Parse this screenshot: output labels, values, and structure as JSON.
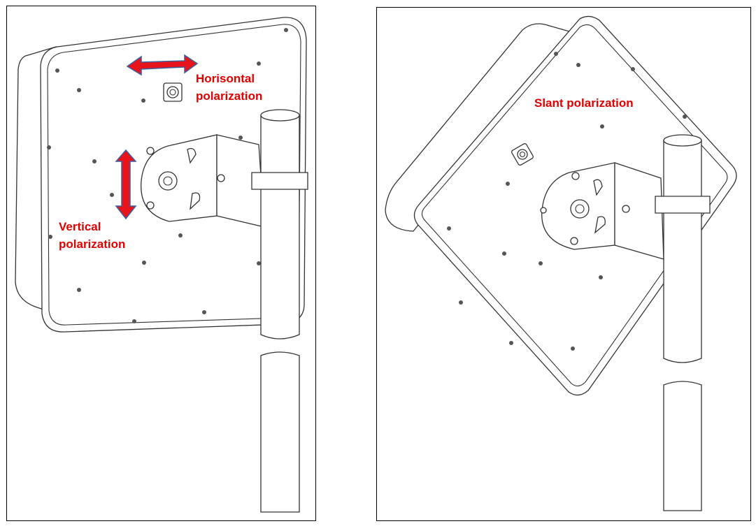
{
  "colors": {
    "annotation": "#e00000",
    "arrow_fill": "#e8141c",
    "arrow_outline": "#3a5f9f",
    "outline": "#000000"
  },
  "left_panel": {
    "horizontal_label": [
      "Horisontal",
      "polarization"
    ],
    "vertical_label": [
      "Vertical",
      "polarization"
    ]
  },
  "right_panel": {
    "slant_label": "Slant polarization"
  }
}
